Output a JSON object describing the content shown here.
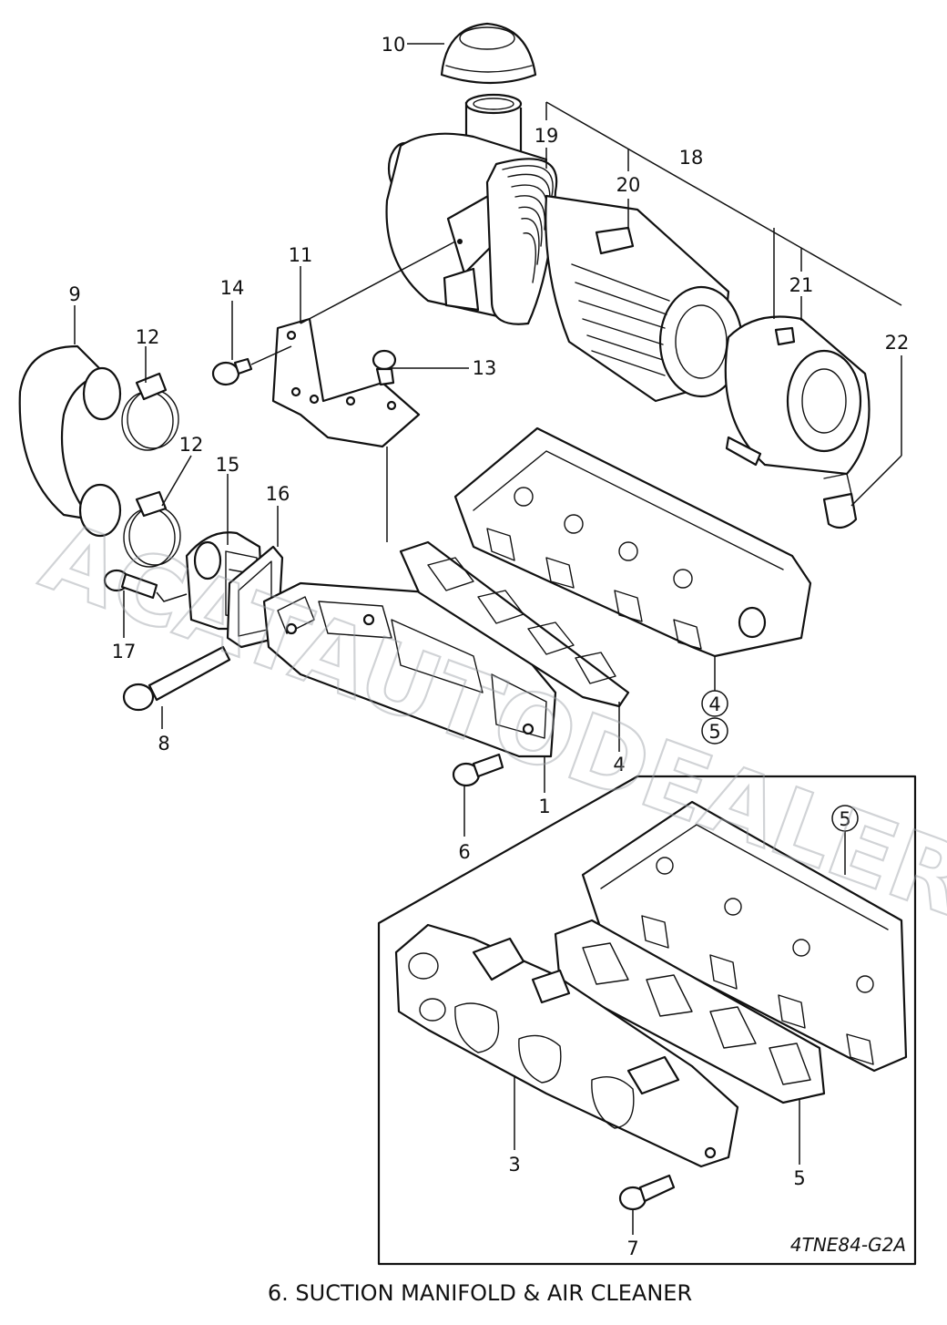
{
  "diagram": {
    "caption": "6.  SUCTION MANIFOLD & AIR CLEANER",
    "drawing_code": "4TNE84-G2A",
    "watermark": "ACATAUTODEALER.RU",
    "part_labels": [
      {
        "id": "lbl-1",
        "text": "1"
      },
      {
        "id": "lbl-3",
        "text": "3"
      },
      {
        "id": "lbl-4a",
        "text": "4"
      },
      {
        "id": "lbl-4b",
        "text": "4"
      },
      {
        "id": "lbl-5a",
        "text": "5"
      },
      {
        "id": "lbl-5b",
        "text": "5"
      },
      {
        "id": "lbl-5c",
        "text": "5"
      },
      {
        "id": "lbl-6",
        "text": "6"
      },
      {
        "id": "lbl-7",
        "text": "7"
      },
      {
        "id": "lbl-8",
        "text": "8"
      },
      {
        "id": "lbl-9",
        "text": "9"
      },
      {
        "id": "lbl-10",
        "text": "10"
      },
      {
        "id": "lbl-11",
        "text": "11"
      },
      {
        "id": "lbl-12a",
        "text": "12"
      },
      {
        "id": "lbl-12b",
        "text": "12"
      },
      {
        "id": "lbl-13",
        "text": "13"
      },
      {
        "id": "lbl-14",
        "text": "14"
      },
      {
        "id": "lbl-15",
        "text": "15"
      },
      {
        "id": "lbl-16",
        "text": "16"
      },
      {
        "id": "lbl-17",
        "text": "17"
      },
      {
        "id": "lbl-18",
        "text": "18"
      },
      {
        "id": "lbl-19",
        "text": "19"
      },
      {
        "id": "lbl-20",
        "text": "20"
      },
      {
        "id": "lbl-21",
        "text": "21"
      },
      {
        "id": "lbl-22",
        "text": "22"
      }
    ]
  }
}
